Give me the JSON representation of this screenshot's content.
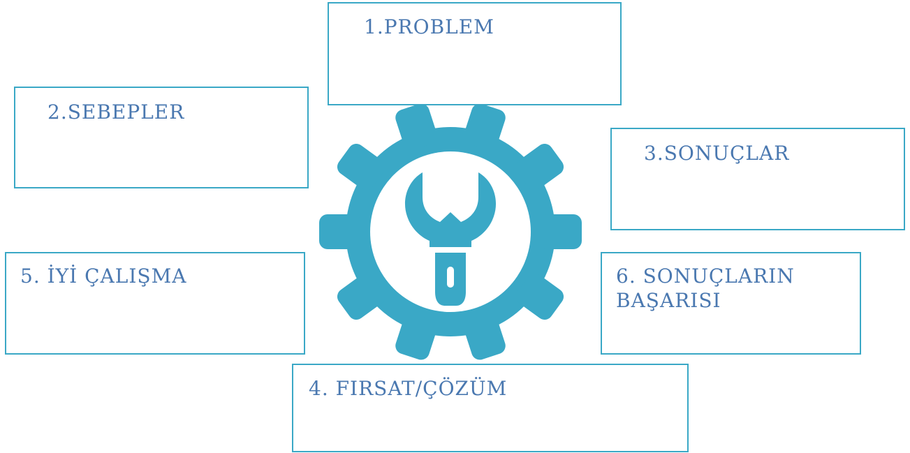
{
  "accent_color": "#3aa8c6",
  "text_color": "#4a78b0",
  "center_icon": "gear-wrench-icon",
  "boxes": {
    "problem": "1.PROBLEM",
    "sebepler": "2.SEBEPLER",
    "sonuclar": "3.SONUÇLAR",
    "firsat": "4. FIRSAT/ÇÖZÜM",
    "iyi_calisma": "5. İYİ ÇALIŞMA",
    "basari": "6. SONUÇLARIN\nBAŞARISI"
  }
}
